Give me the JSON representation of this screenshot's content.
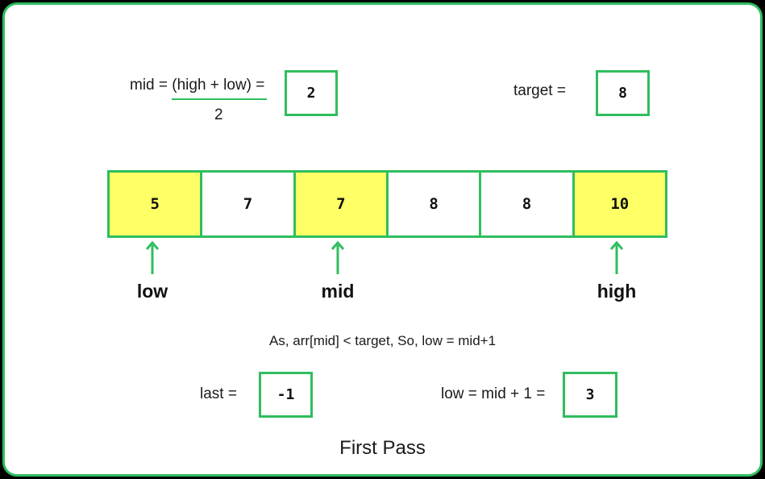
{
  "formula": {
    "numerator": "mid = (high + low) =",
    "denominator": "2",
    "mid_value": "2"
  },
  "target": {
    "label": "target =",
    "value": "8"
  },
  "array": {
    "cells": [
      {
        "value": "5",
        "highlight": true
      },
      {
        "value": "7",
        "highlight": false
      },
      {
        "value": "7",
        "highlight": true
      },
      {
        "value": "8",
        "highlight": false
      },
      {
        "value": "8",
        "highlight": false
      },
      {
        "value": "10",
        "highlight": true
      }
    ]
  },
  "pointers": {
    "low": "low",
    "mid": "mid",
    "high": "high"
  },
  "condition_text": "As, arr[mid] < target, So, low = mid+1",
  "last": {
    "label": "last =",
    "value": "-1"
  },
  "low_update": {
    "label": "low = mid + 1 =",
    "value": "3"
  },
  "caption": "First Pass",
  "colors": {
    "accent": "#2fbe5f",
    "highlight": "#ffff66",
    "background": "#000000"
  }
}
